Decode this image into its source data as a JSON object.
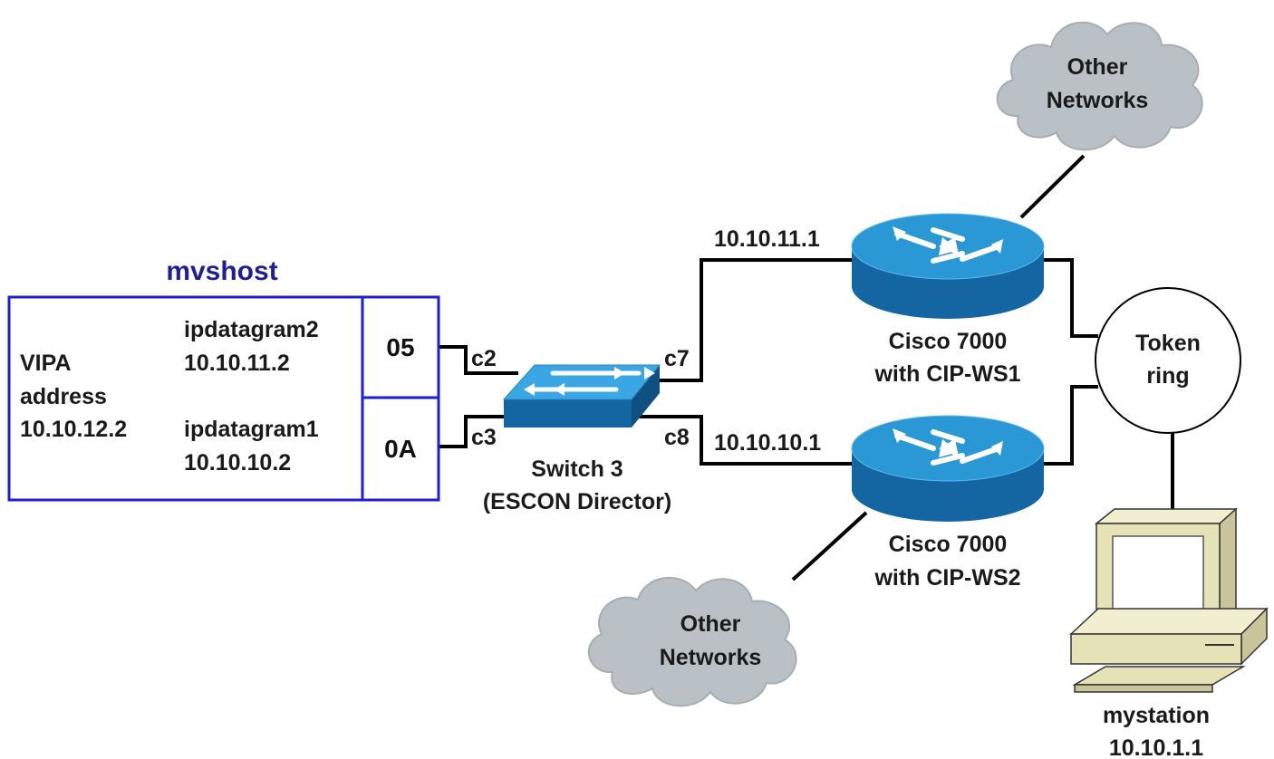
{
  "host": {
    "title": "mvshost",
    "vipa": [
      "VIPA",
      "address",
      "10.10.12.2"
    ],
    "datagram2": [
      "ipdatagram2",
      "10.10.11.2"
    ],
    "datagram1": [
      "ipdatagram1",
      "10.10.10.2"
    ],
    "port_top": "05",
    "port_bottom": "0A"
  },
  "switch": {
    "label": [
      "Switch 3",
      "(ESCON Director)"
    ],
    "ports": {
      "c2": "c2",
      "c3": "c3",
      "c7": "c7",
      "c8": "c8"
    }
  },
  "router1": {
    "ip": "10.10.11.1",
    "label": [
      "Cisco 7000",
      "with CIP-WS1"
    ]
  },
  "router2": {
    "ip": "10.10.10.1",
    "label": [
      "Cisco 7000",
      "with CIP-WS2"
    ]
  },
  "cloud_top": {
    "label": [
      "Other",
      "Networks"
    ]
  },
  "cloud_bottom": {
    "label": [
      "Other",
      "Networks"
    ]
  },
  "token_ring": {
    "label": [
      "Token",
      "ring"
    ]
  },
  "station": {
    "label": [
      "mystation",
      "10.10.1.1"
    ]
  },
  "colors": {
    "host_border": "#1f1fd1",
    "host_title": "#1f1f8f",
    "router_top": "#2b98d6",
    "router_side": "#1466a3",
    "switch_top": "#3aa6e3",
    "cloud_fill": "#b9c1c6",
    "computer_fill": "#e6e2b8"
  }
}
